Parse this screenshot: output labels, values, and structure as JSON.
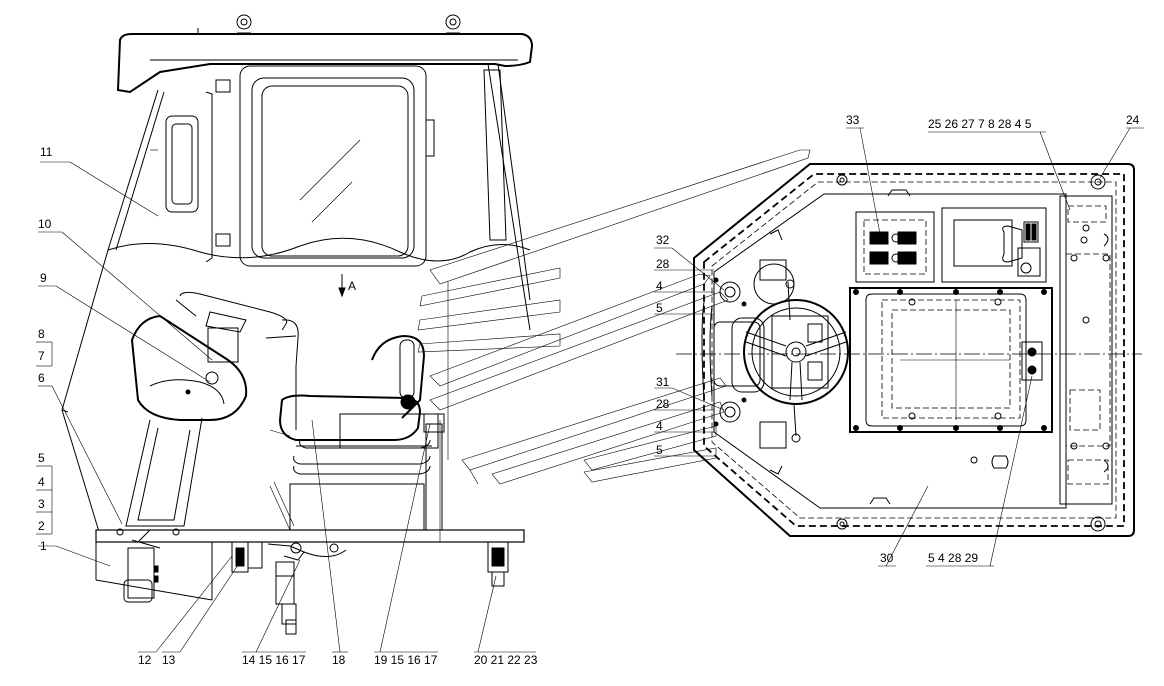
{
  "title": "",
  "view_label": "A",
  "callouts_left": [
    "1",
    "2",
    "3",
    "4",
    "5",
    "6",
    "7",
    "8",
    "9",
    "10",
    "11"
  ],
  "callouts_bottom": [
    "12",
    "13",
    "14 15 16 17",
    "18",
    "19 15 16 17",
    "20 21 22 23"
  ],
  "callouts_right_top": [
    "25 26 27 7  8  28  4  5",
    "33",
    "24"
  ],
  "callouts_right_side": [
    "32",
    "28",
    "4",
    "5",
    "31",
    "28",
    "4",
    "5"
  ],
  "callouts_right_bottom": [
    "30",
    "5  4  28 29"
  ]
}
